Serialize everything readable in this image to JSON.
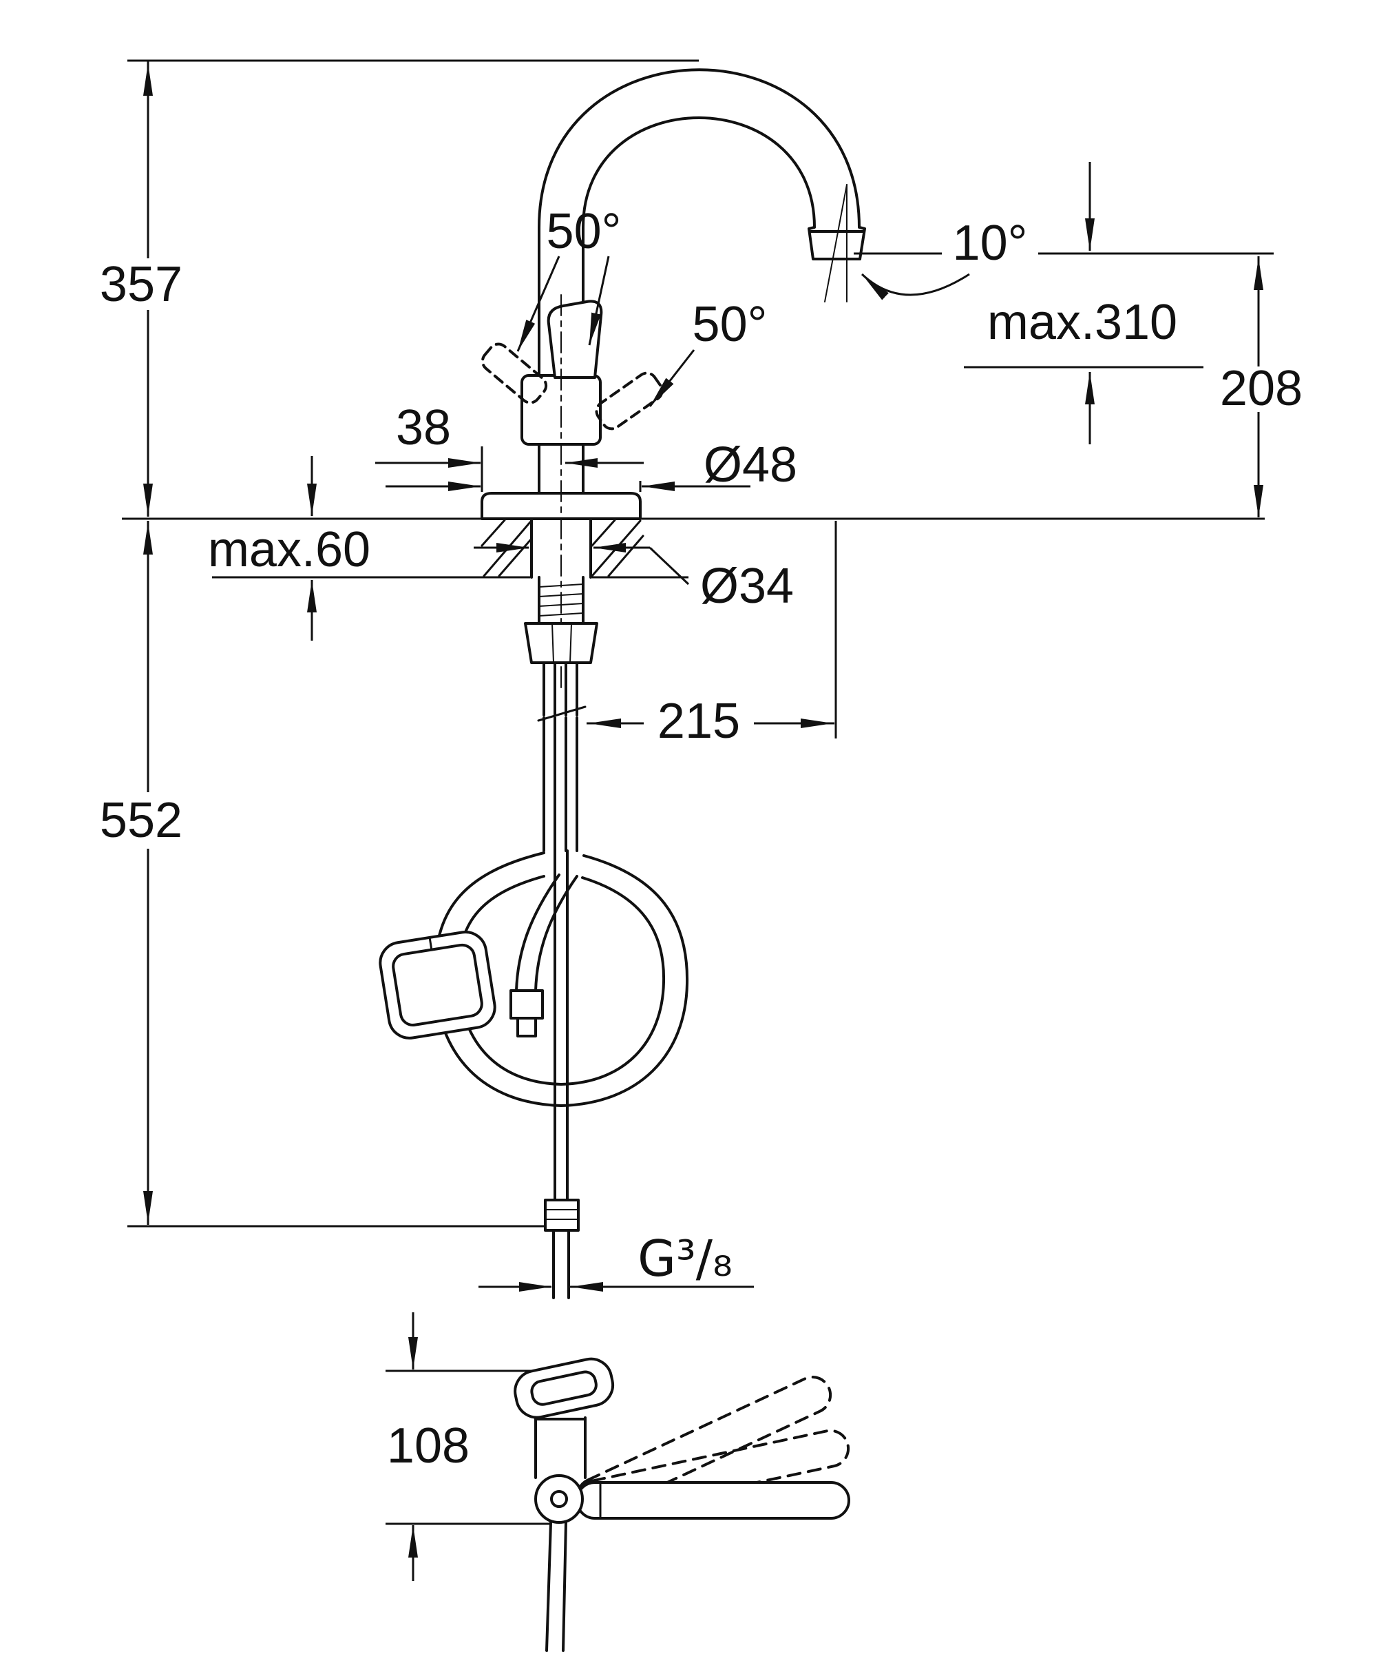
{
  "title": "faucet-technical-dimension-drawing",
  "colors": {
    "ink": "#111111",
    "background": "#ffffff"
  },
  "dims": {
    "h357": "357",
    "h552": "552",
    "a50_left": "50°",
    "a50_right": "50°",
    "a10": "10°",
    "max310": "max.310",
    "h208": "208",
    "w38": "38",
    "d48": "Ø48",
    "max60": "max.60",
    "d34": "Ø34",
    "l215": "215",
    "thread": "G³/₈",
    "h108": "108"
  }
}
